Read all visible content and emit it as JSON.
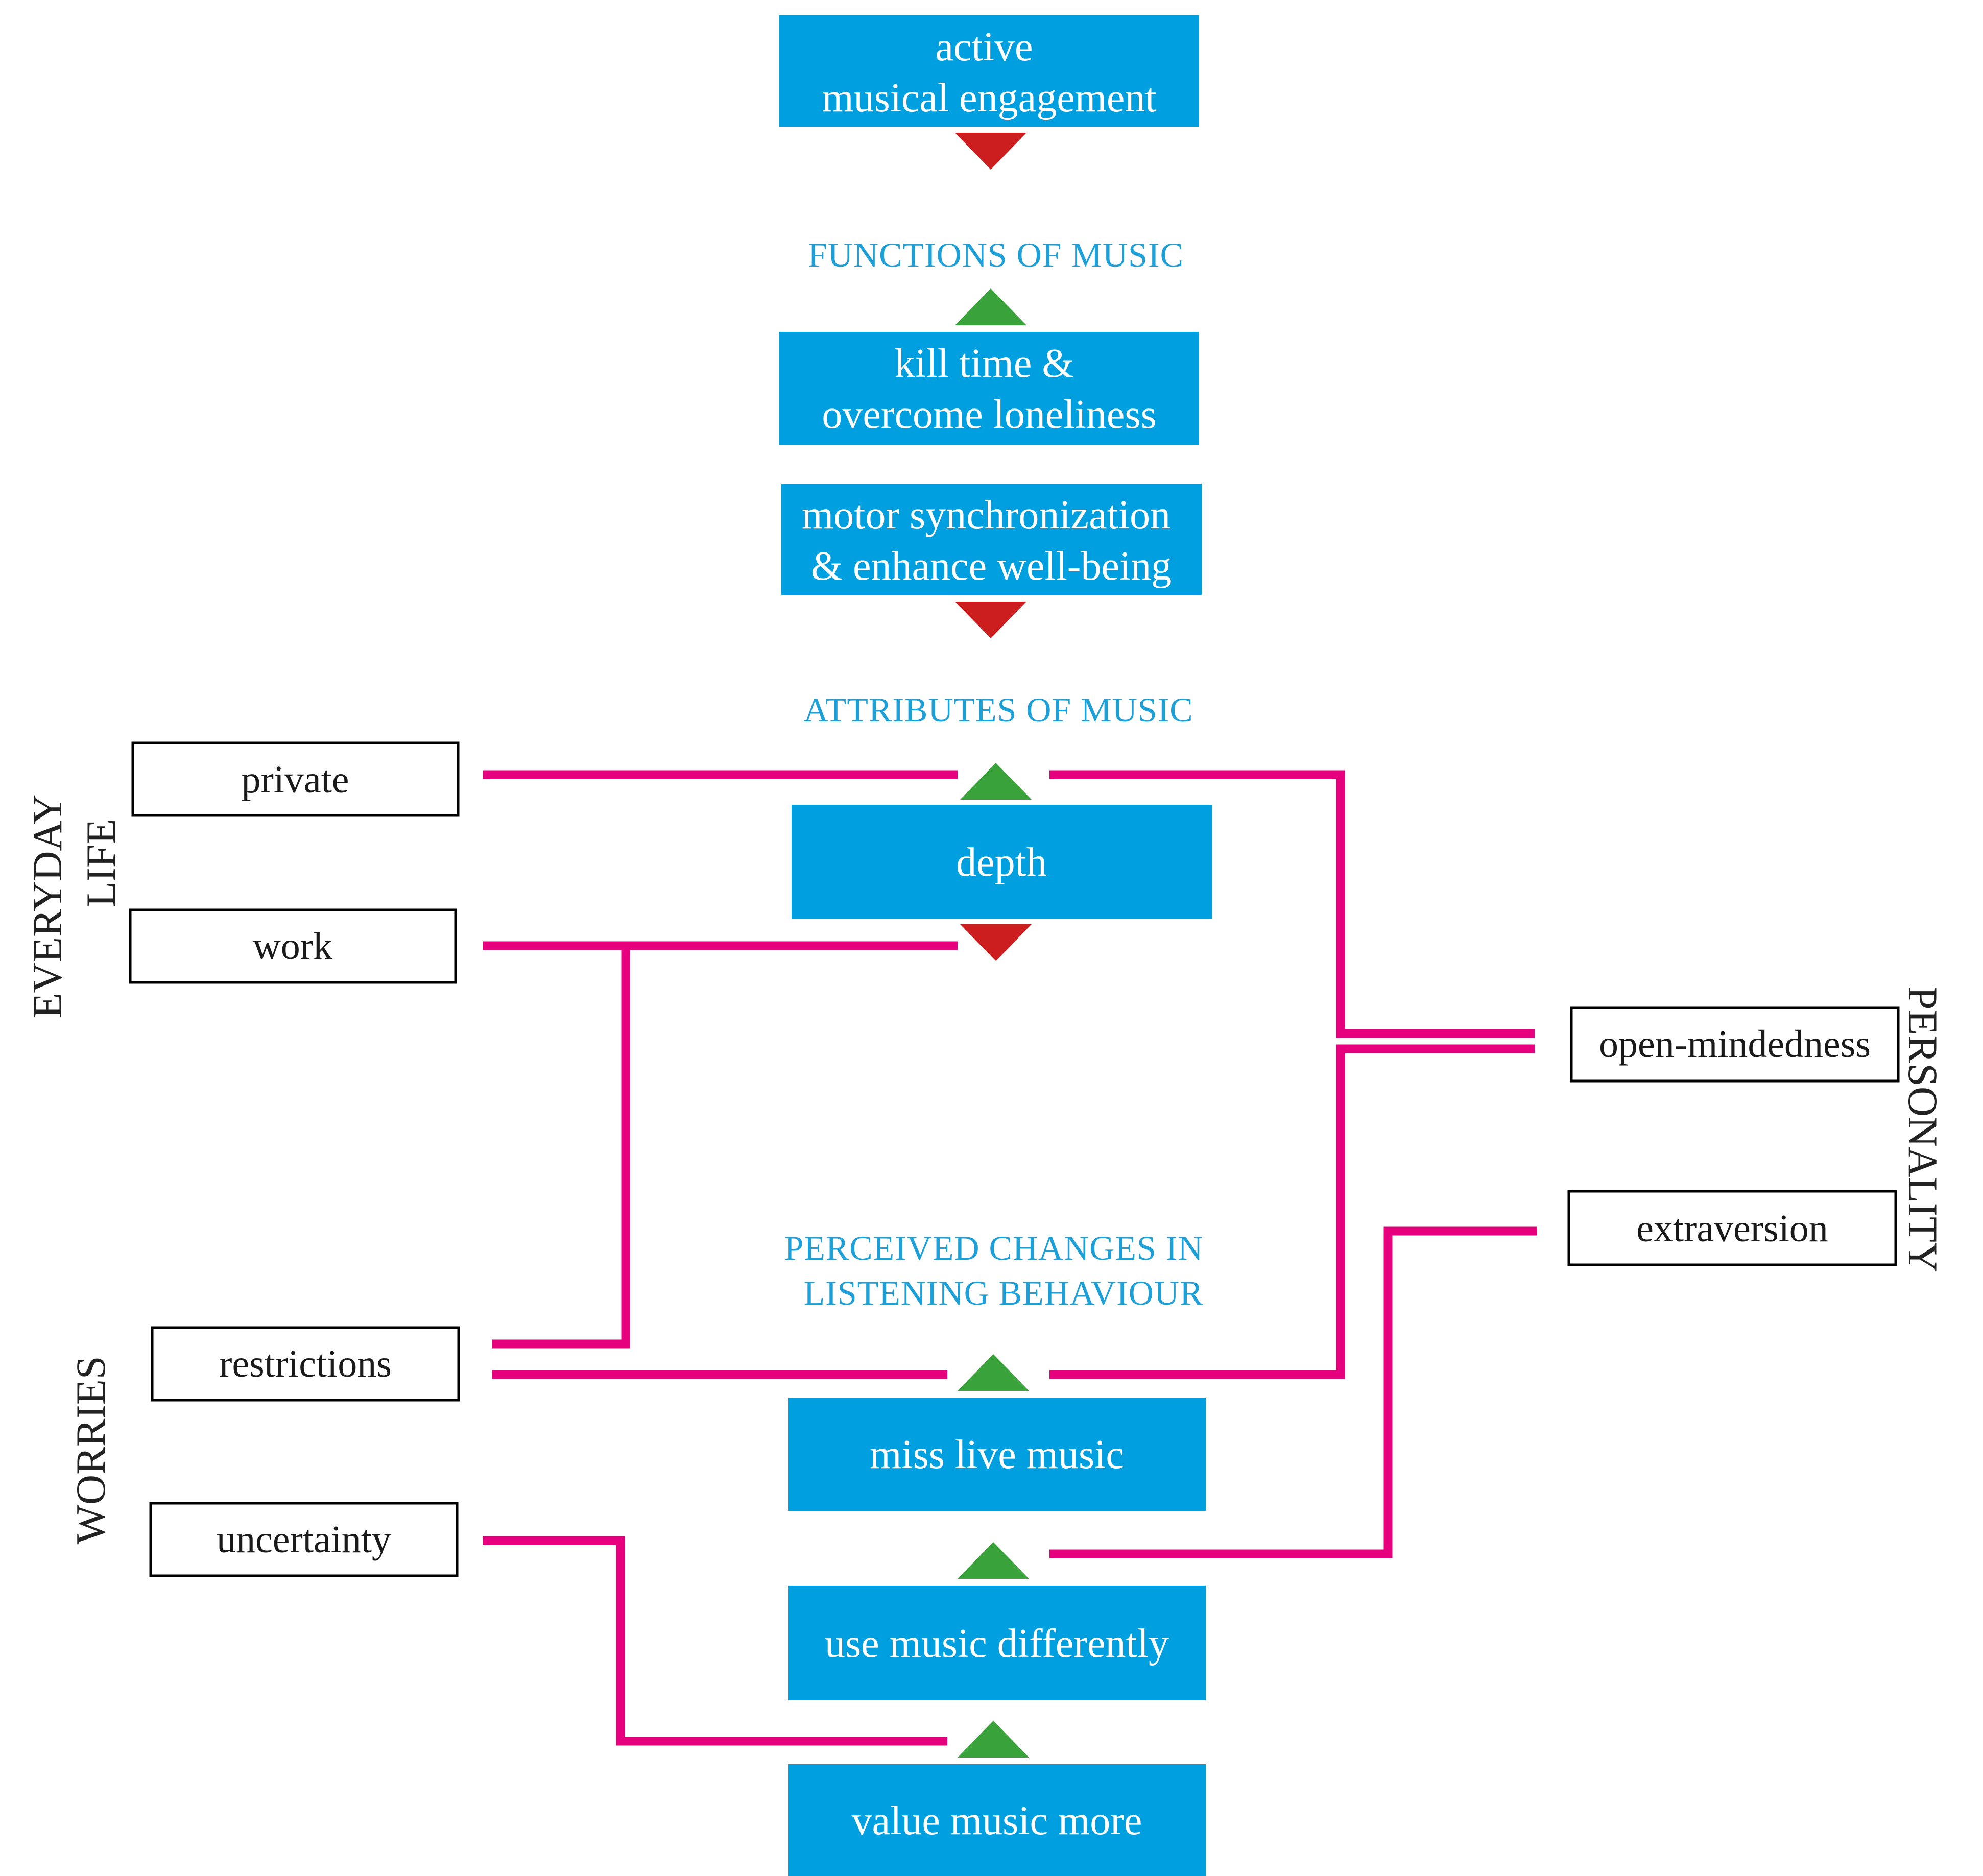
{
  "colors": {
    "blue_box": "#009fdf",
    "heading": "#1d9fd8",
    "connector": "#e6007e",
    "arrow_negative": "#cc1e1e",
    "arrow_positive": "#3aa23a",
    "outline_box": "#000000"
  },
  "blue_boxes": {
    "active": [
      "active",
      "musical engagement"
    ],
    "kill_time": [
      "kill time &",
      "overcome loneliness"
    ],
    "motor": [
      "motor synchronization",
      "& enhance well-being"
    ],
    "depth": [
      "depth"
    ],
    "miss_live": [
      "miss live music"
    ],
    "use_diff": [
      "use music differently"
    ],
    "value_more": [
      "value music more"
    ]
  },
  "headings": {
    "functions": [
      "FUNCTIONS OF MUSIC"
    ],
    "attributes": [
      "ATTRIBUTES OF MUSIC"
    ],
    "perceived": [
      "PERCEIVED CHANGES IN",
      "LISTENING BEHAVIOUR"
    ]
  },
  "factor_boxes": {
    "private": [
      "private"
    ],
    "work": [
      "work"
    ],
    "restrictions": [
      "restrictions"
    ],
    "uncertainty": [
      "uncertainty"
    ],
    "open_mindedness": [
      "open-mindedness"
    ],
    "extraversion": [
      "extraversion"
    ]
  },
  "group_labels": {
    "everyday_life": [
      "EVERYDAY",
      "LIFE"
    ],
    "worries": [
      "WORRIES"
    ],
    "personality": [
      "PERSONALITY"
    ]
  },
  "arrow_legend": [
    {
      "name": "below-active",
      "direction": "down",
      "color": "red"
    },
    {
      "name": "above-kill-time",
      "direction": "up",
      "color": "green"
    },
    {
      "name": "below-motor",
      "direction": "down",
      "color": "red"
    },
    {
      "name": "above-depth",
      "direction": "up",
      "color": "green"
    },
    {
      "name": "below-depth",
      "direction": "down",
      "color": "red"
    },
    {
      "name": "above-miss-live",
      "direction": "up",
      "color": "green"
    },
    {
      "name": "above-use-diff",
      "direction": "up",
      "color": "green"
    },
    {
      "name": "above-value-more",
      "direction": "up",
      "color": "green"
    }
  ]
}
